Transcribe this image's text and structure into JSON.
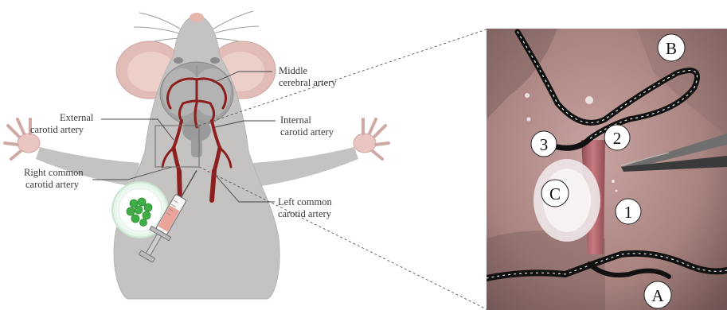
{
  "figure": {
    "labels": {
      "middle_cerebral": [
        "Middle",
        "cerebral artery"
      ],
      "external_carotid": [
        "External",
        "carotid artery"
      ],
      "internal_carotid": [
        "Internal",
        "carotid artery"
      ],
      "right_common_carotid": [
        "Right common",
        "carotid artery"
      ],
      "left_common_carotid": [
        "Left common",
        "carotid artery"
      ]
    },
    "photo_markers": {
      "thread_a": "A",
      "thread_b": "B",
      "region_c": "C",
      "point_1": "1",
      "point_2": "2",
      "point_3": "3"
    },
    "colors": {
      "mouse_body": "#c4c3c1",
      "mouse_ear": "#e8c4bf",
      "artery": "#8e1f1f",
      "brain": "#9a9a9a",
      "cells": "#3fae46",
      "tissue": "#b08a88",
      "suture": "#111111"
    },
    "icons": [
      "mouse-illustration",
      "syringe-icon",
      "cell-cluster-icon",
      "zoom-frame"
    ]
  }
}
